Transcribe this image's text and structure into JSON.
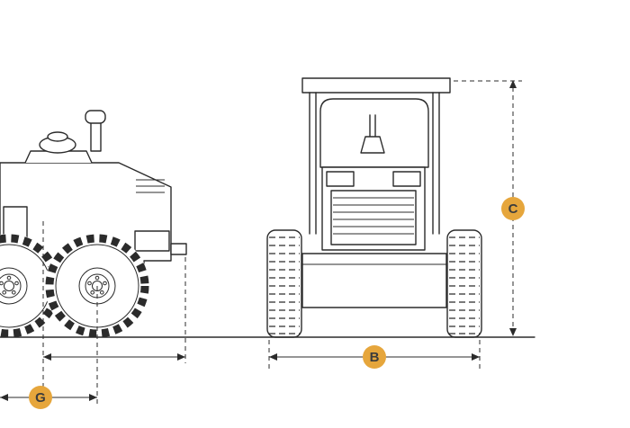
{
  "diagram": {
    "dim_b": "B",
    "dim_c": "C",
    "dim_g": "G"
  },
  "colors": {
    "accent": "#E6A63C",
    "line": "#2B2B2B",
    "label_text": "#3C3C3C",
    "background": "#FFFFFF"
  }
}
